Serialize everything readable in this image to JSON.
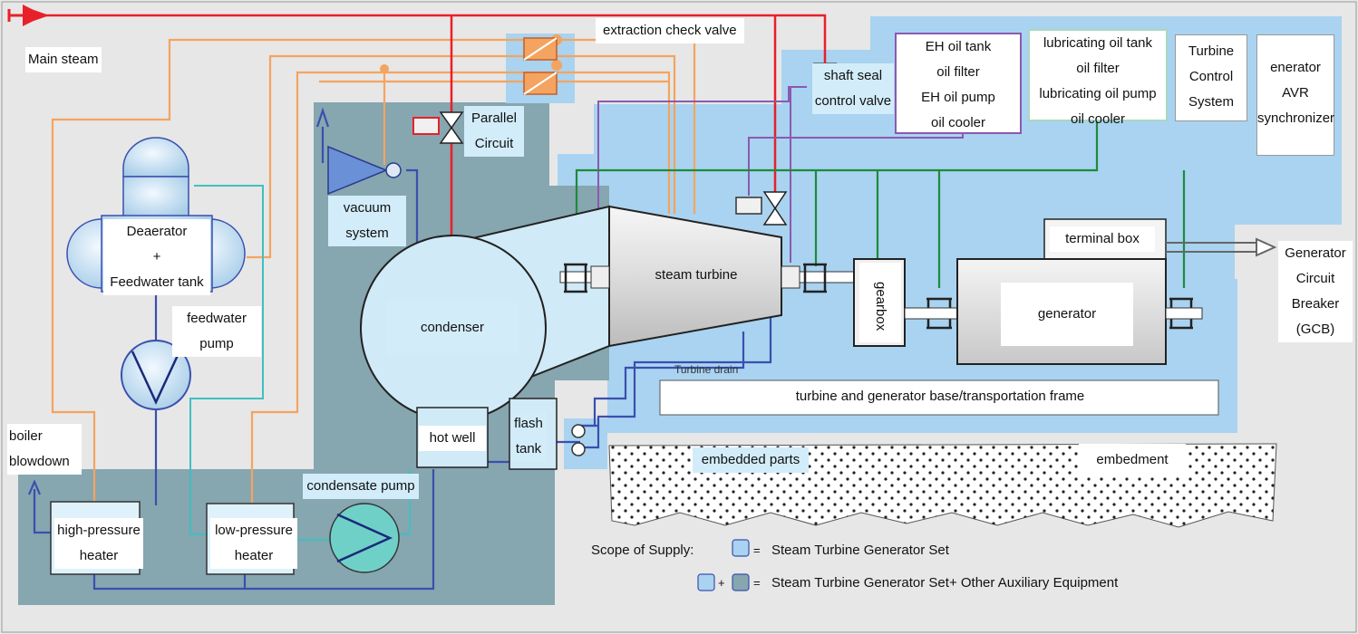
{
  "labels": {
    "main_steam": "Main steam",
    "extraction_check_valve": "extraction check valve",
    "shaft_seal_control_valve": [
      "shaft seal",
      "control valve"
    ],
    "eh_oil_group": [
      "EH oil tank",
      "oil filter",
      "EH oil pump",
      "oil cooler"
    ],
    "lub_oil_group": [
      "lubricating oil tank",
      "oil filter",
      "lubricating oil pump",
      "oil cooler"
    ],
    "turbine_control_system": [
      "Turbine",
      "Control",
      "System"
    ],
    "generator_avr": [
      "enerator",
      "AVR",
      "synchronizer"
    ],
    "parallel_circuit": [
      "Parallel",
      "Circuit"
    ],
    "vacuum_system": [
      "vacuum",
      "system"
    ],
    "deaerator": [
      "Deaerator",
      "+",
      "Feedwater tank"
    ],
    "feedwater_pump": [
      "feedwater",
      "pump"
    ],
    "condenser": "condenser",
    "steam_turbine": "steam turbine",
    "gearbox": "gearbox",
    "terminal_box": "terminal box",
    "generator": "generator",
    "generator_circuit_breaker": [
      "Generator",
      "Circuit",
      "Breaker",
      "(GCB)"
    ],
    "turbine_drain": "Turbine drain",
    "base_frame": "turbine and generator base/transportation frame",
    "hot_well": "hot well",
    "flash_tank": [
      "flash",
      "tank"
    ],
    "embedded_parts": "embedded parts",
    "embedment": "embedment",
    "boiler_blowdown": [
      "boiler",
      "blowdown"
    ],
    "condensate_pump": "condensate pump",
    "high_pressure_heater": [
      "high-pressure",
      "heater"
    ],
    "low_pressure_heater": [
      "low-pressure",
      "heater"
    ]
  },
  "legend": {
    "title": "Scope of Supply:",
    "row1_symbol": "=",
    "row1_text": "Steam Turbine Generator Set",
    "row2_plus": "+",
    "row2_symbol": "=",
    "row2_text": "Steam Turbine Generator Set+ Other Auxiliary Equipment"
  },
  "colors": {
    "background": "#e7e7e7",
    "scope_turbine": "#a9d3f0",
    "scope_auxiliary": "#86a6b0",
    "main_steam_line": "#e8202a",
    "extraction_line": "#f4a460",
    "water_line": "#3a4fae",
    "cooling_line": "#40c0c0",
    "oil_line": "#1f8a3a",
    "control_line": "#8a5ab0"
  }
}
